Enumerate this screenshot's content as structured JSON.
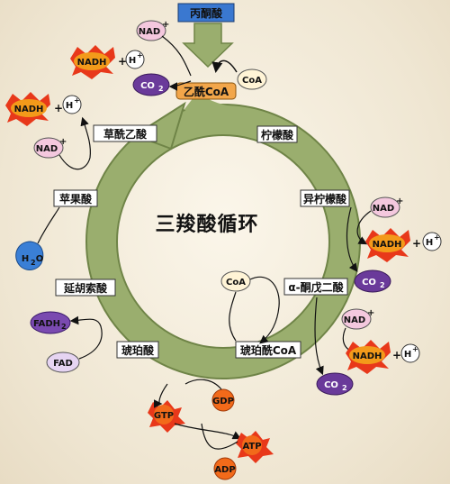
{
  "title": "三羧酸循环",
  "top_input": "丙酮酸",
  "acetyl_coa": "乙酰CoA",
  "intermediates": {
    "citrate": "柠檬酸",
    "isocitrate": "异柠檬酸",
    "alpha_kg": "α-酮戊二酸",
    "succinyl_coa": "琥珀酰CoA",
    "succinate": "琥珀酸",
    "fumarate": "延胡索酸",
    "malate": "苹果酸",
    "oxaloacetate": "草酰乙酸"
  },
  "cofactors": {
    "nad": "NAD",
    "nad_sup": "+",
    "nadh": "NADH",
    "plus": "+",
    "h": "H",
    "h_sup": "+",
    "co2": "CO",
    "co2_sub": "2",
    "coa": "CoA",
    "fadh2": "FADH",
    "fadh2_sub": "2",
    "fad": "FAD",
    "h2o": "H",
    "h2o_sub": "2",
    "h2o_o": "O",
    "gtp": "GTP",
    "gdp": "GDP",
    "atp": "ATP",
    "adp": "ADP"
  },
  "colors": {
    "ring": "#9aae6e",
    "ring_dark": "#6f8447",
    "pyruvate_box": "#3a78d0",
    "acetyl_box": "#f2a64a",
    "nad_fill": "#f4c8de",
    "nadh_fill": "#f39a1a",
    "nadh_spike": "#e8381a",
    "co2_fill": "#6a3a9a",
    "h2o_fill": "#3a7fd6",
    "fadh2_fill": "#7a4ab0",
    "gtp_fill": "#f26a1a"
  }
}
